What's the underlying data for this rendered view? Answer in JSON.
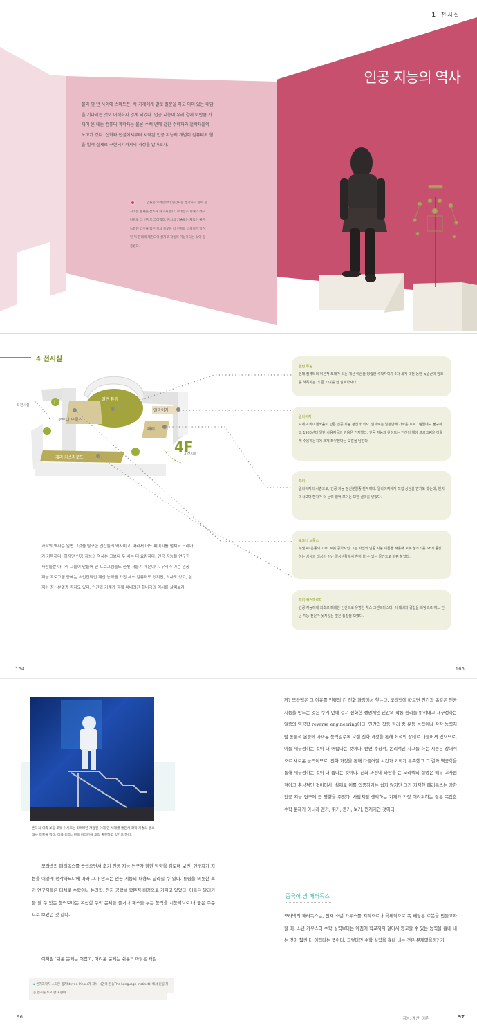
{
  "spread1": {
    "running_head": {
      "number": "1",
      "label": "전시실"
    },
    "title": "인공 지능의 역사",
    "intro": "불과 몇 년 사이에 스마트폰, 즉 기계에게 말로 질문을 하고 의미 있는 대답을 기다리는 것이 어색하지 않게 되었다. 인공 지능이 우리 곁에 이만큼 가까이 온 데는 컴퓨터 과학자는 물론 수백 년에 걸친 수학자와 철학자들의 노고가 컸다. 신화와 전설에서부터 시작된 인공 지능의 개념이 컴퓨터의 힘을 빌려 실제로 구현되기까지의 과정을 알아보자.",
    "caption": "인류는 오래전부터 인간처럼 생각하고 살아 움직이는 존재를 창조해 내고자 했다. 르네상스 시대의 레오나르도 다 빈치도 그러했다. 당시의 기술로는 제작이 불가능했던 갑옷을 입은 기사 로봇은 다 빈치의 스케치가 발견된 뒤 현대에 재현되어 실제로 작동이 가능하다는 것이 입증됐다.",
    "colors": {
      "magenta": "#c8506f",
      "pink": "#e9bcc7",
      "light_pink": "#f3dde3"
    }
  },
  "spread2": {
    "section_title": "4 전시실",
    "map": {
      "floor_label": "4F",
      "rooms": [
        "앨런 튜링",
        "일라이자",
        "패리",
        "로드니 브룩스",
        "개리 카스파로프"
      ],
      "exits": [
        "5 전시실",
        "3 전시실"
      ],
      "icons": [
        "info-icon",
        "restaurant-icon",
        "cafe-icon"
      ]
    },
    "cards": [
      {
        "title": "앨런 튜링",
        "text": "현대 컴퓨터의 이론적 토대가 되는 계산 이론을 정립한 수학자이자 2차 세계 대전 동안 독일군의 암호를 해독하는 데 큰 기여를 한 암호학자다."
      },
      {
        "title": "일라이자",
        "text": "요제프 바이첸바움이 만든 인공 지능 정신과 의사. 실제로는 얼장난에 가까운 프로그램임에도 불구하고 1960년대 일반 사용자들의 반응은 진지했다. 인공 지능의 완성도는 인간이 해당 프로그램을 어떻게 수용하는지에 크게 좌우된다는 교훈을 남긴다."
      },
      {
        "title": "패리",
        "text": "일라이자의 사촌으로, 인공 지능 정신분열증 환자이다. 일라이자에게 직접 상담을 받기도 했는데, 왠지 의사보다 환자가 더 능력 있어 보이는 묘한 결과를 낳았다."
      },
      {
        "title": "로드니 브룩스",
        "text": "누벨 AI 운동의 기수. 로봇 공학자인 그는 자신의 인공 지능 이론을 적용해 로봇 청소기를 SF에 등장하는 상상의 대상이 아닌 일상생활에서 흔히 볼 수 있는 물건으로 바꿔 놓았다."
      },
      {
        "title": "개리 카스파로프",
        "text": "인공 지능에게 최초로 패배한 인간으로 유명한 체스 그랜드마스터. 이 패배의 경험을 바탕으로 어느 인공 지능 전문가 못지않은 깊은 통찰을 보였다."
      }
    ],
    "body": "과학의 역사는 일면 그것을 탐구한 인간들의 역사이고, 따라서 어느 페이지를 펼쳐도 드라마가 가득하다. 하지만 인공 지능의 역사는 그보다 두 배는 더 요란하다. 인공 지능을 연구한 사람들뿐 아니라 그들이 만들어 낸 프로그램들도 한몫 거들기 때문이다. 우리가 아는 인공 지능 프로그램 중에는 초인간적인 계산 능력을 가진 체스 컴퓨터도 있지만, 의사도 있고, 심지어 정신분열증 환자도 있다. 인간과 기계가 함께 써내려간 희비극의 역사를 살펴보자.",
    "page_left": "164",
    "page_right": "165",
    "colors": {
      "olive": "#8b9b2a",
      "card_bg": "#f0f0e0"
    }
  },
  "spread3": {
    "photo_caption": "혼다의 이족 보행 로봇 아시모는 2000년 개발된 이래 전 세계를 돌면서 과학 기술의 홍보 대사 역할을 했다. 미국 디즈니랜드 미래관에 고정 출연하고 있기도 하다.",
    "left_para1": "모라벡의 패러독스를 곱씹으면서 초기 인공 지능 연구가 향한 방향을 검토해 보면, 연구자가 지능을 어떻게 생각하느냐에 따라 그가 만드는 인공 지능의 내용도 달라질 수 있다. 튜링을 비롯한 초기 연구자들은 대체로 수학이나 논리학, 전자 공학을 학문적 배경으로 가지고 있었다. 이들은 달리기를 할 수 있는 능력보다는 복잡한 수학 문제를 풀거나 체스를 두는 능력을 지능적으로 더 높은 수준으로 보았던 것 같다.",
    "left_para2": "이처럼 ‘쉬운 문제는 어렵고, 어려운 문제는 쉬운’* 까닭은 왜일",
    "footnote": "인지과학자 스티븐 핑커Steven Pinker가 저서 《언어 본능The Language Instinct》에서 인공 지능 연구를 두고 한 표현이다.",
    "right_para1": "까? 모라벡은 그 이유를 인류의 긴 진화 과정에서 찾는다. 모라벡에 따르면 인간과 똑같은 인공 지능을 만드는 것은 수억 년에 걸쳐 진화한 생명체인 인간의 작동 원리를 밝혀내고 재구성하는 일종의 역공학 reverse engineering이다. 인간의 작동 원리 중 운동 능력이나 감각 능력처럼 동물적 본능에 가까운 능력일수록 오랜 진화 과정을 통해 최적의 상태로 다듬어져 있으므로, 이를 재구성하는 것이 더 어렵다는 것이다. 반면 추상적, 논리적인 사고를 하는 지능은 상대적으로 새로운 능력이므로, 진화 과정을 통해 다듬어질 시간과 기회가 부족했고 그 결과 역공학을 통해 재구성하는 것이 더 쉽다는 것이다. 진화 과정에 바탕을 둔 모라벡의 설명은 매우 고차원적이고 추상적인 것이어서, 실제로 이를 입증하기는 쉽지 않지만 그가 지적한 패러독스는 강한 인공 지능 연구에 큰 영향을 주었다. 사람처럼 생각하는 기계가 가장 어려워하는 점은 복잡한 수학 문제가 아니라 걷기, 뛰기, 듣기, 보기, 만지기인 것이다.",
    "subhead": "중국어 방 패러독스",
    "right_para2": "모라벡의 패러독스는, 천재 소년 가우스를 지적으로나 육체적으로 똑 빼닮은 로봇을 만들고자 할 때, 소년 가우스의 수학 실력보다는 아침에 학교까지 걸어서 등교할 수 있는 능력을 흉내 내는 것이 훨씬 더 어렵다는 뜻이다. 그렇다면 수학 실력을 흉내 내는 것은 문제없을까? 가",
    "page_left": "96",
    "footer_right_label": "지능, 계산, 이론",
    "page_right": "97",
    "colors": {
      "teal": "#3db8b0"
    }
  }
}
